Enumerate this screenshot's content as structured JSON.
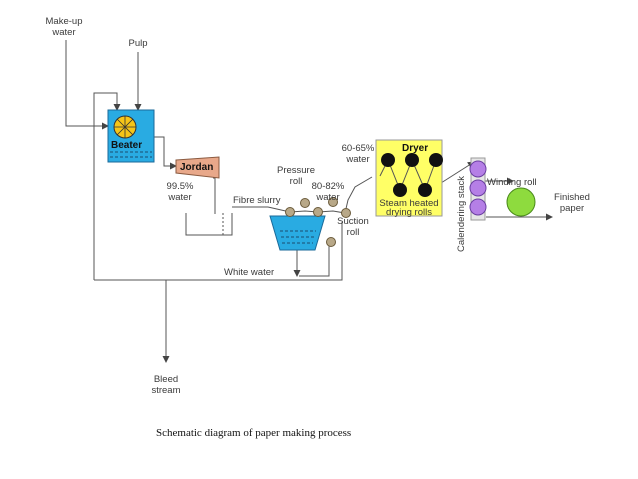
{
  "labels": {
    "makeup_water": [
      "Make-up",
      "water"
    ],
    "pulp": "Pulp",
    "beater": "Beater",
    "jordan": "Jordan",
    "water_995": [
      "99.5%",
      "water"
    ],
    "fibre_slurry": "Fibre slurry",
    "pressure_roll": [
      "Pressure",
      "roll"
    ],
    "water_8082": [
      "80-82%",
      "water"
    ],
    "suction_roll": [
      "Suction",
      "roll"
    ],
    "water_6065": [
      "60-65%",
      "water"
    ],
    "dryer": "Dryer",
    "steam_heated": [
      "Steam heated",
      "drying rolls"
    ],
    "calendering_stack": "Calendering stack",
    "winding_roll": "Winding roll",
    "finished_paper": [
      "Finished",
      "paper"
    ],
    "white_water": "White water",
    "bleed_stream": [
      "Bleed",
      "stream"
    ]
  },
  "caption": "Schematic diagram of paper making process",
  "colors": {
    "beater": "#29ABE2",
    "jordan": "#E8A88A",
    "tank": "#29ABE2",
    "dryer": "#FFFF66",
    "calender": "#B57FE6",
    "winding": "#8EDB3E",
    "roll": "#B8A888",
    "drum": "#111111",
    "wheel": "#F5C518"
  }
}
